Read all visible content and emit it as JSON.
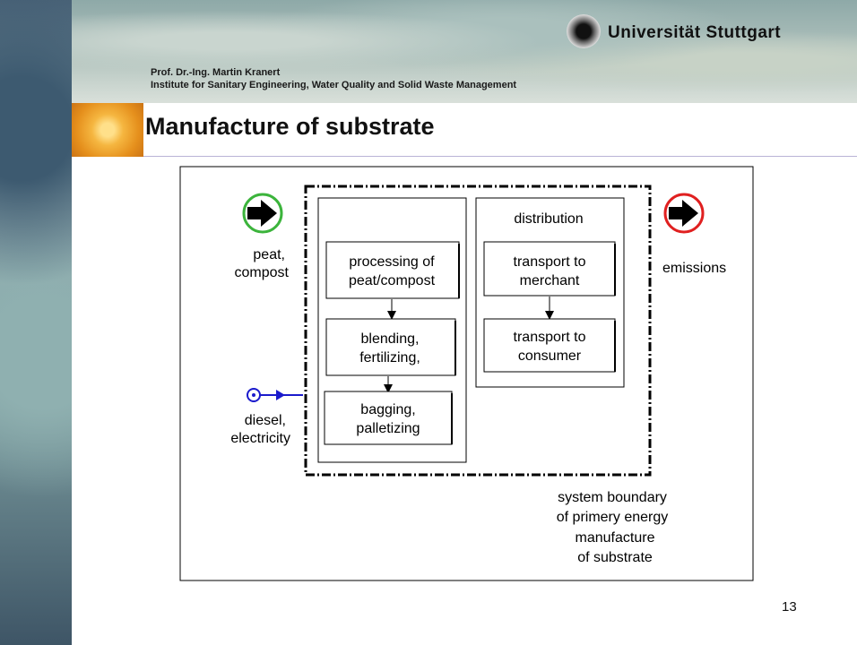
{
  "header": {
    "university": "Universität Stuttgart",
    "professor": "Prof. Dr.-Ing. Martin Kranert",
    "institute": "Institute for Sanitary Engineering, Water Quality and Solid Waste Management"
  },
  "slide": {
    "title": "Manufacture of substrate",
    "page_number": "13"
  },
  "diagram": {
    "input_material": [
      "peat,",
      "compost"
    ],
    "input_energy": [
      "diesel,",
      "electricity"
    ],
    "output": "emissions",
    "processing_steps": [
      [
        "processing of",
        "peat/compost"
      ],
      [
        "blending,",
        "fertilizing,"
      ],
      [
        "bagging,",
        "palletizing"
      ]
    ],
    "distribution_title": "distribution",
    "distribution_steps": [
      [
        "transport to",
        "merchant"
      ],
      [
        "transport to",
        "consumer"
      ]
    ],
    "boundary_caption": [
      "system boundary",
      "of primery energy",
      "manufacture",
      "of substrate"
    ],
    "colors": {
      "input_circle": "#3cb43c",
      "output_circle": "#e02020",
      "energy_marker": "#1a1acc"
    }
  }
}
